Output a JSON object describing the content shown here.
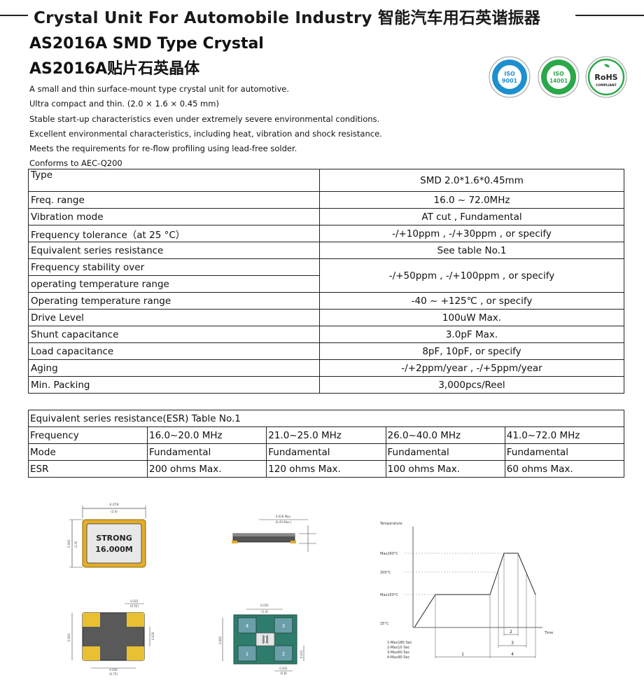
{
  "header": {
    "title": "Crystal Unit For Automobile Industry 智能汽车用石英谐振器"
  },
  "product": {
    "title_en": "AS2016A SMD Type Crystal",
    "title_cn": "AS2016A贴片石英晶体"
  },
  "badges": [
    {
      "icon": "iso9001-icon",
      "top": "ISO",
      "bottom": "9001",
      "color": "#1e8fcf"
    },
    {
      "icon": "iso14001-icon",
      "top": "ISO",
      "bottom": "14001",
      "color": "#2aa84a"
    },
    {
      "icon": "rohs-icon",
      "top": "RoHS",
      "bottom": "COMPLIANT",
      "color": "#2aa84a"
    }
  ],
  "description": [
    "A small and thin surface-mount type crystal unit for automotive.",
    "Ultra compact and thin. (2.0 × 1.6 × 0.45 mm)",
    "Stable start-up characteristics even under extremely severe environmental conditions.",
    "Excellent environmental characteristics, including heat, vibration and shock resistance.",
    "Meets the requirements for re-flow profiling using lead-free solder.",
    "Conforms to AEC-Q200"
  ],
  "specs": {
    "type": {
      "label": "Type",
      "value": "SMD  2.0*1.6*0.45mm"
    },
    "freq_range": {
      "label": "Freq. range",
      "value": "16.0 ~ 72.0MHz"
    },
    "vibration_mode": {
      "label": "Vibration mode",
      "value": "AT cut , Fundamental"
    },
    "freq_tolerance": {
      "label": "Frequency tolerance（at 25 °C）",
      "value": "-/+10ppm , -/+30ppm , or specify"
    },
    "esr": {
      "label": "Equivalent series resistance",
      "value": "See table No.1"
    },
    "freq_stability": {
      "label_line1": "Frequency stability over",
      "label_line2": "operating temperature range",
      "value": "-/+50ppm , -/+100ppm , or specify"
    },
    "op_temp": {
      "label": "Operating temperature range",
      "value": "-40 ~ +125℃ , or specify"
    },
    "drive_level": {
      "label": "Drive Level",
      "value": "100uW Max."
    },
    "shunt_cap": {
      "label": "Shunt capacitance",
      "value": "3.0pF Max."
    },
    "load_cap": {
      "label": "Load capacitance",
      "value": "8pF, 10pF, or specify"
    },
    "aging": {
      "label": "Aging",
      "value": "-/+2ppm/year , -/+5ppm/year"
    },
    "min_packing": {
      "label": "Min. Packing",
      "value": "3,000pcs/Reel"
    }
  },
  "esr_table": {
    "title": "Equivalent series resistance(ESR) Table No.1",
    "rows": [
      [
        "Frequency",
        "16.0~20.0 MHz",
        "21.0~25.0 MHz",
        "26.0~40.0 MHz",
        "41.0~72.0 MHz"
      ],
      [
        "Mode",
        "Fundamental",
        "Fundamental",
        "Fundamental",
        "Fundamental"
      ],
      [
        "ESR",
        "200 ohms Max.",
        "120 ohms Max.",
        "100 ohms Max.",
        "60 ohms Max."
      ]
    ]
  },
  "drawing": {
    "marking_line1": "STRONG",
    "marking_line2": "16.000M",
    "dim_top": "0.079",
    "dim_top_sub": "(2.0)",
    "dim_side": "0.063",
    "dim_side_sub": "(1.6)",
    "dim_thickness": "0.018 Max.",
    "dim_thickness_sub": "(0.45 Max.)",
    "pad_numbers": [
      "4",
      "3",
      "1",
      "2"
    ]
  },
  "reflow": {
    "ylabel": "Temperature",
    "xlabel": "Time",
    "levels": [
      "Max260°C",
      "200°C",
      "Max150°C",
      "25°C"
    ],
    "legend": [
      "1-Max180 Sec",
      "2-Max10 Sec",
      "3-Max60 Sec",
      "4-Max90 Sec"
    ],
    "segments": [
      "1",
      "2",
      "3",
      "4"
    ]
  }
}
